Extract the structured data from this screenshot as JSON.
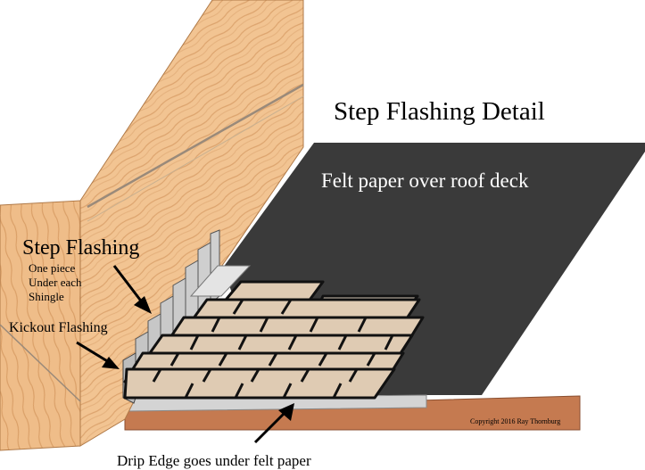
{
  "title": "Step Flashing Detail",
  "labels": {
    "felt": "Felt paper over roof deck",
    "step_flashing": "Step Flashing",
    "step_note_1": "One piece",
    "step_note_2": "Under each",
    "step_note_3": "Shingle",
    "kickout": "Kickout Flashing",
    "drip_edge": "Drip Edge goes under felt paper",
    "copyright": "Copyright 2016 Ray Thornburg"
  },
  "colors": {
    "wood": "#f0c08e",
    "wood_grain": "#d9a06a",
    "felt": "#3a3a3a",
    "shingle": "#dfcbb3",
    "shingle_outline": "#111111",
    "fascia": "#c57a50",
    "flashing": "#d2d2d2"
  }
}
